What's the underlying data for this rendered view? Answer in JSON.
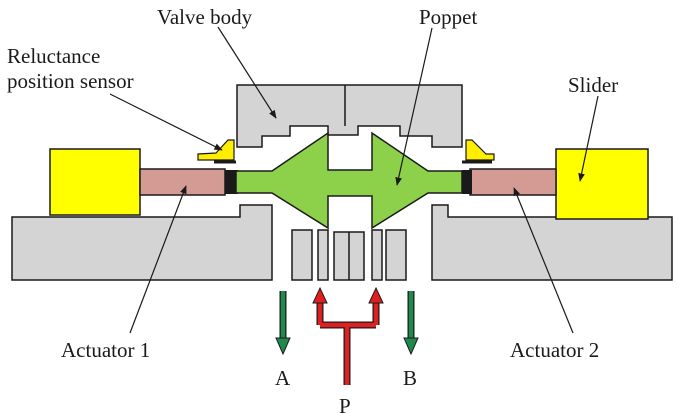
{
  "labels": {
    "valve_body": "Valve body",
    "poppet": "Poppet",
    "sensor_line1": "Reluctance",
    "sensor_line2": "position sensor",
    "slider": "Slider",
    "actuator1": "Actuator 1",
    "actuator2": "Actuator 2",
    "port_a": "A",
    "port_b": "B",
    "port_p": "P"
  },
  "colors": {
    "body": "#d4d4d4",
    "slider": "#ffff00",
    "actuator": "#d49a94",
    "poppet": "#8dd04a",
    "sensor": "#ffee00",
    "flow_out": "#1f8a4c",
    "flow_in": "#e02020",
    "outline": "#1a1a1a"
  }
}
